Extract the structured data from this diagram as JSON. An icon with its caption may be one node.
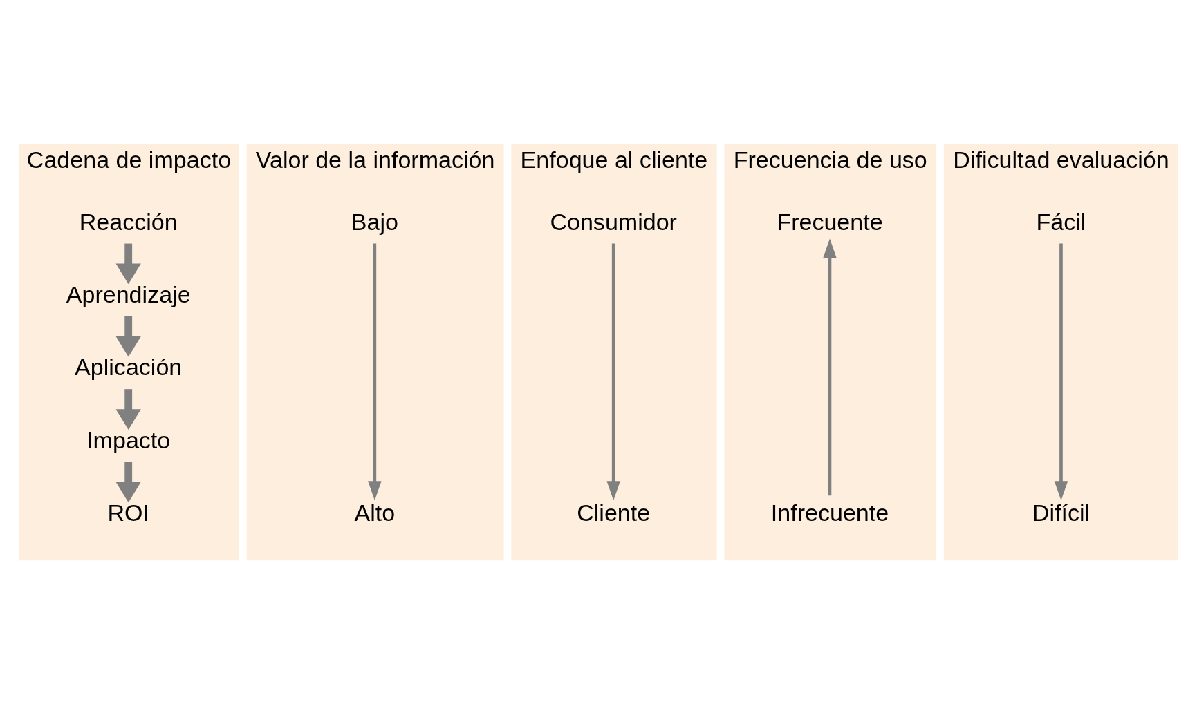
{
  "diagram": {
    "nodes": [
      {
        "text": [
          "Cadena de impacto"
        ]
      },
      {
        "text": [
          "Reacción"
        ],
        "in": 0
      },
      {
        "text": [
          "Aprendizaje"
        ],
        "in": 0
      },
      {
        "text": [
          "Aplicación"
        ],
        "in": 0
      },
      {
        "text": [
          "Impacto"
        ],
        "in": 0
      },
      {
        "text": [
          "ROI"
        ],
        "in": 0
      },
      {
        "text": [
          "Valor de la información"
        ]
      },
      {
        "text": [
          "Bajo"
        ],
        "in": 6
      },
      {
        "text": [
          "Alto"
        ],
        "in": 6
      },
      {
        "text": [
          "Enfoque al cliente"
        ]
      },
      {
        "text": [
          "Consumidor"
        ],
        "in": 9
      },
      {
        "text": [
          "Cliente"
        ],
        "in": 9
      },
      {
        "text": [
          "Frecuencia de uso"
        ]
      },
      {
        "text": [
          "Frecuente"
        ],
        "in": 12
      },
      {
        "text": [
          "Infrecuente"
        ],
        "in": 12
      },
      {
        "text": [
          "Dificultad evaluación"
        ]
      },
      {
        "text": [
          "Fácil"
        ],
        "in": 15
      },
      {
        "text": [
          "Difícil"
        ],
        "in": 15
      }
    ],
    "edges": [
      {
        "from": 1,
        "to": 2,
        "arrow": "to",
        "style": "thick"
      },
      {
        "from": 2,
        "to": 3,
        "arrow": "to",
        "style": "thick"
      },
      {
        "from": 3,
        "to": 4,
        "arrow": "to",
        "style": "thick"
      },
      {
        "from": 4,
        "to": 5,
        "arrow": "to",
        "style": "thick"
      },
      {
        "from": 7,
        "to": 8,
        "arrow": "to"
      },
      {
        "from": 10,
        "to": 11,
        "arrow": "to"
      },
      {
        "from": 14,
        "to": 13,
        "arrow": "to"
      },
      {
        "from": 16,
        "to": 17,
        "arrow": "to"
      }
    ]
  }
}
